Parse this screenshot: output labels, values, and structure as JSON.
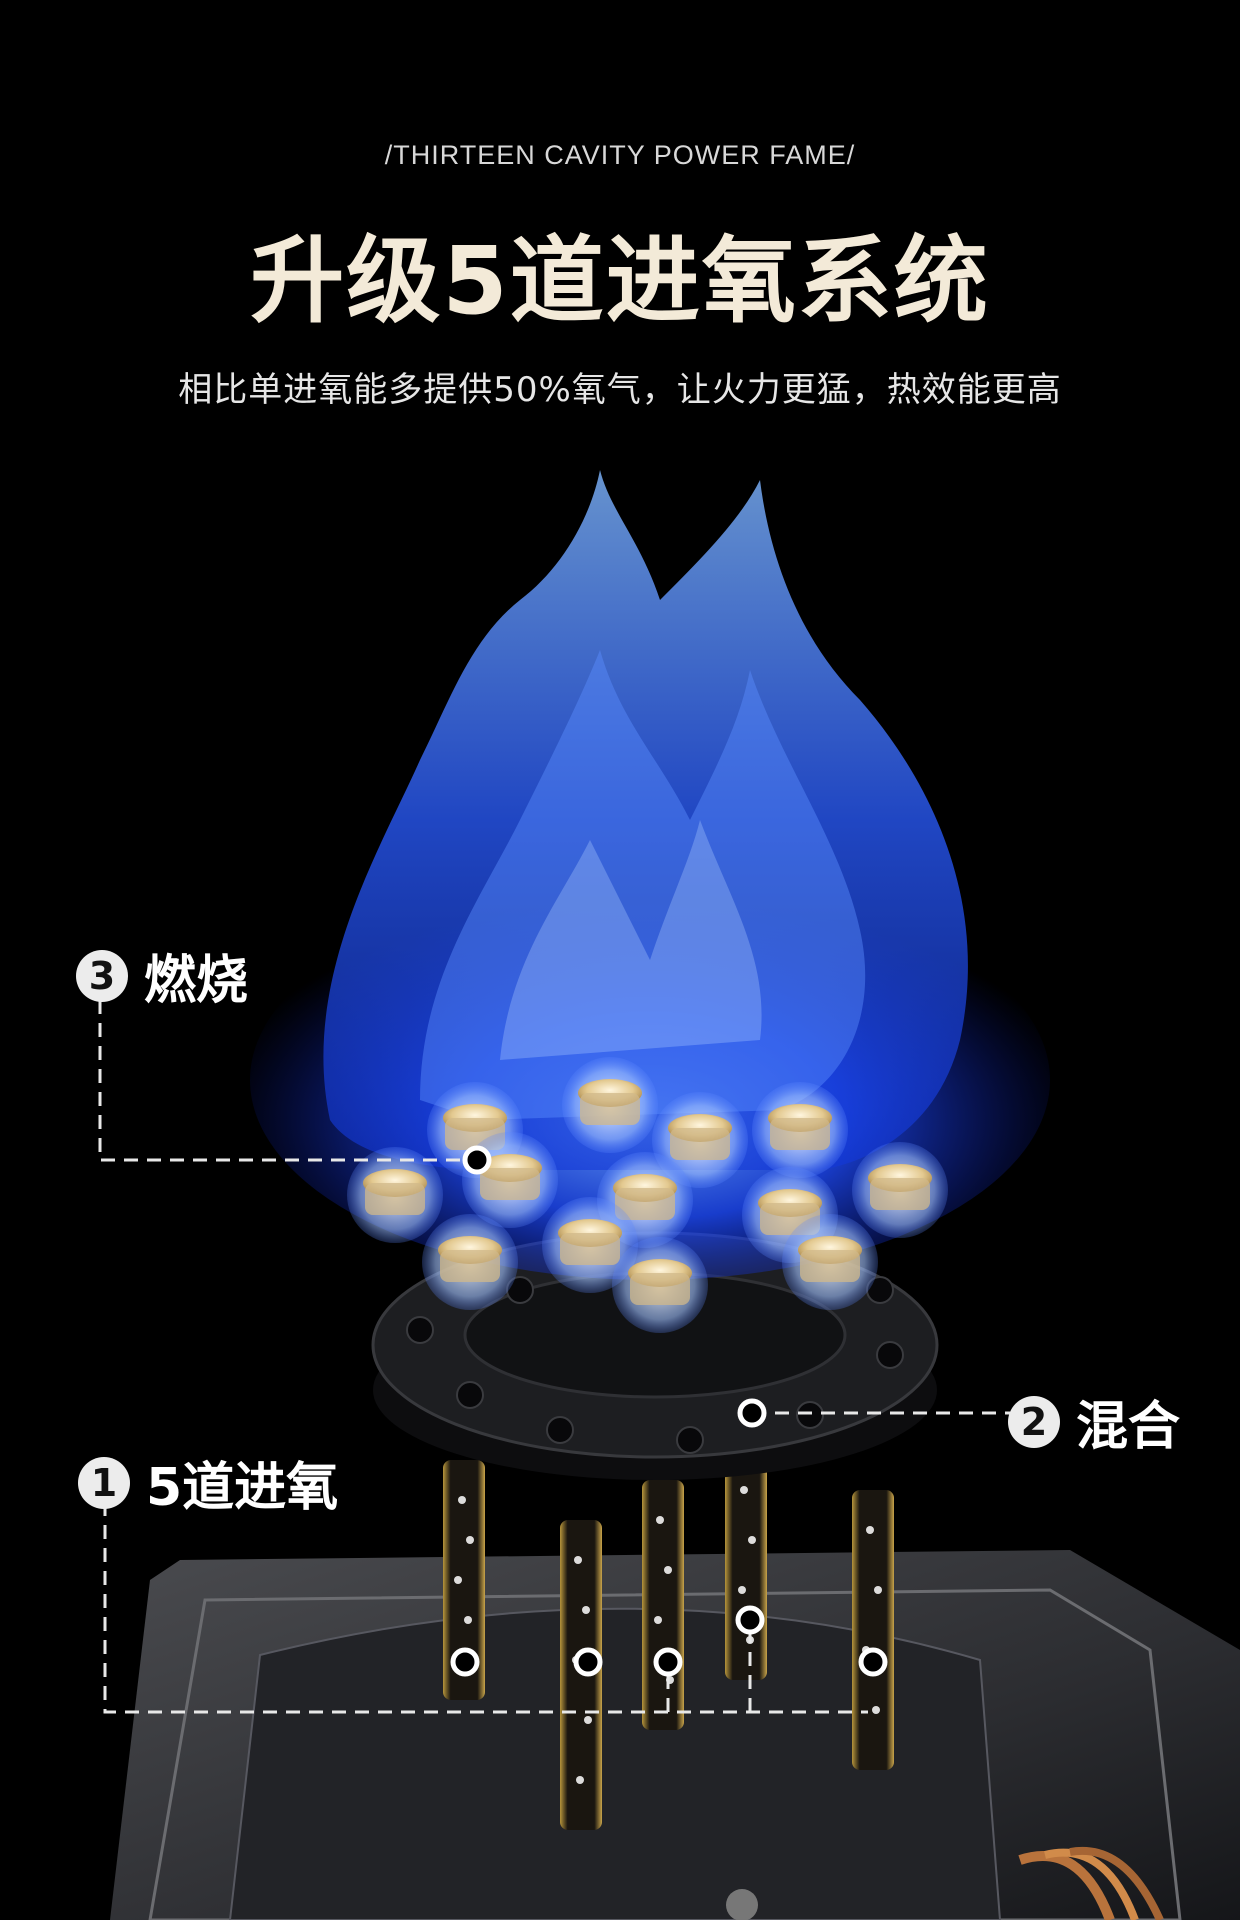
{
  "header": {
    "subtitle_en": "/THIRTEEN CAVITY POWER FAME/",
    "headline": "升级5道进氧系统",
    "description": "相比单进氧能多提供50%氧气，让火力更猛，热效能更高"
  },
  "annotations": [
    {
      "id": "burn",
      "number": "3",
      "label": "燃烧"
    },
    {
      "id": "mix",
      "number": "2",
      "label": "混合"
    },
    {
      "id": "oxygen",
      "number": "1",
      "label": "5道进氧"
    }
  ],
  "colors": {
    "background": "#000000",
    "headline": "#f3ead8",
    "flame_blue": "#1f5bff",
    "flame_glow": "#7fb6ff",
    "brass": "#caa864",
    "callout_line": "#e8e8e8"
  },
  "icons": {
    "flame": "flame-icon",
    "burner_head": "burner-head-icon",
    "burner_base": "burner-base-icon",
    "oxygen_tube": "oxygen-tube-icon"
  }
}
